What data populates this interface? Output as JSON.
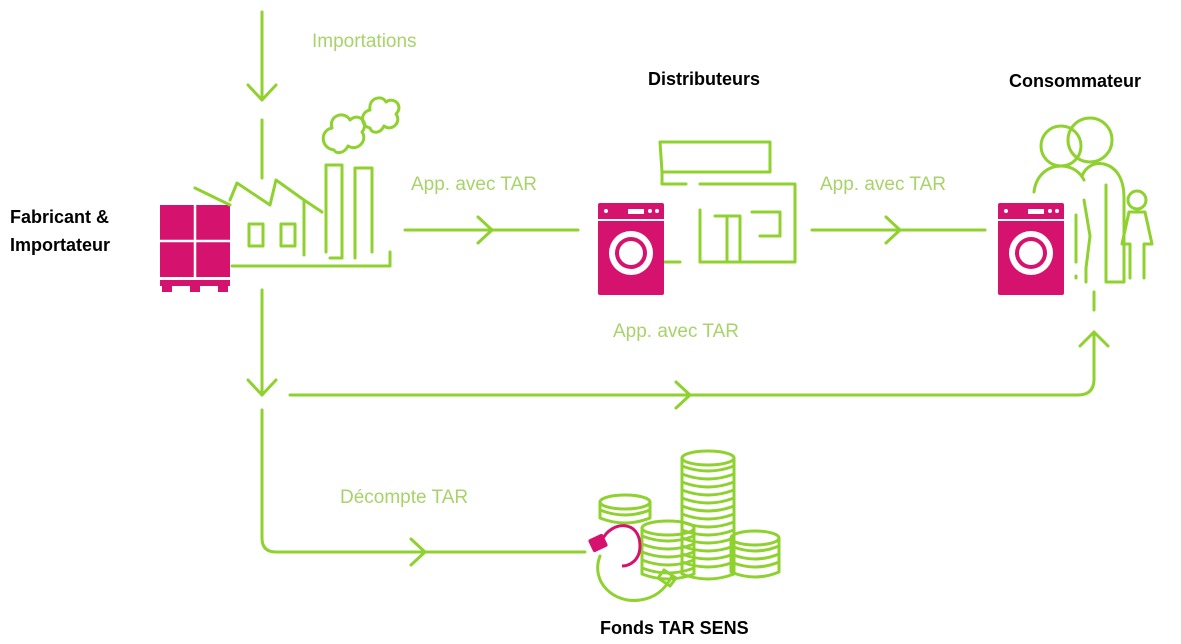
{
  "colors": {
    "line": "#8fd12f",
    "label": "#a8d36a",
    "accent": "#d6126f",
    "heading": "#000000"
  },
  "labels": {
    "importations": "Importations",
    "fabricant": [
      "Fabricant &",
      "Importateur"
    ],
    "distributeurs": "Distributeurs",
    "consommateur": "Consommateur",
    "flow_to_distributor": "App. avec TAR",
    "flow_to_consumer": "App. avec TAR",
    "flow_direct": "App. avec TAR",
    "decompte": "Décompte TAR",
    "fonds": "Fonds TAR SENS"
  },
  "icons": [
    "pallet-icon",
    "factory-icon",
    "shop-icon",
    "washing-machine-icon",
    "family-icon",
    "coin-stacks-icon",
    "plug-icon"
  ]
}
